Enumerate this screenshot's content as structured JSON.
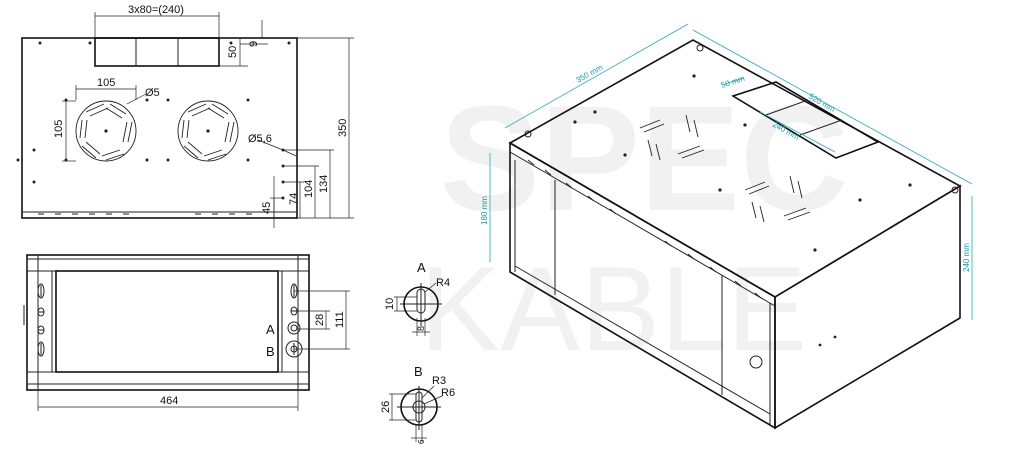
{
  "watermark": {
    "line1": "SPEC",
    "line2": "KABLE"
  },
  "top_view": {
    "dims": {
      "slots": "3x80=(240)",
      "slot_height": "50",
      "slot_offset": "9",
      "fan_size": "105",
      "fan_height": "105",
      "hole_small": "Ø5",
      "hole_large": "Ø5,6",
      "depth": "350",
      "d134": "134",
      "d104": "104",
      "d74": "74",
      "d45": "45"
    }
  },
  "front_view": {
    "dims": {
      "width": "464",
      "d111": "111",
      "d28": "28"
    },
    "labels": {
      "a": "A",
      "b": "B"
    }
  },
  "details": {
    "a": {
      "label": "A",
      "r": "R4",
      "h": "10",
      "w": "8"
    },
    "b": {
      "label": "B",
      "r3": "R3",
      "r6": "R6",
      "h": "26",
      "w": "6"
    }
  },
  "iso_view": {
    "depth": "350 mm",
    "width": "520 mm",
    "slot_height": "50 mm",
    "slot_width": "240 mm",
    "side_height": "180 mm",
    "height": "240 mm"
  }
}
